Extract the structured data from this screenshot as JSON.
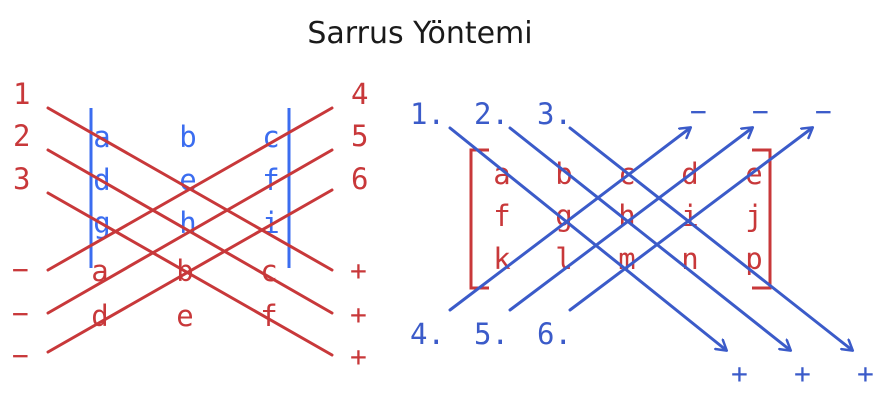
{
  "title": "Sarrus Yöntemi",
  "colors": {
    "red": "#c8383a",
    "blue": "#3b5bc9",
    "light_blue": "#3b6df0",
    "text": "#1a1a1a"
  },
  "left_diagram": {
    "row_labels_left": [
      "1",
      "2",
      "3"
    ],
    "row_labels_right": [
      "4",
      "5",
      "6"
    ],
    "matrix": [
      [
        "a",
        "b",
        "c"
      ],
      [
        "d",
        "e",
        "f"
      ],
      [
        "g",
        "h",
        "i"
      ]
    ],
    "repeated_rows": [
      [
        "a",
        "b",
        "c"
      ],
      [
        "d",
        "e",
        "f"
      ]
    ],
    "minus_signs": [
      "−",
      "−",
      "−"
    ],
    "plus_signs": [
      "+",
      "+",
      "+"
    ]
  },
  "right_diagram": {
    "top_labels": [
      "1.",
      "2.",
      "3."
    ],
    "bottom_labels": [
      "4.",
      "5.",
      "6."
    ],
    "minus_signs": [
      "−",
      "−",
      "−"
    ],
    "plus_signs": [
      "+",
      "+",
      "+"
    ],
    "matrix": [
      [
        "a",
        "b",
        "c",
        "d",
        "e"
      ],
      [
        "f",
        "g",
        "h",
        "i",
        "j"
      ],
      [
        "k",
        "l",
        "m",
        "n",
        "p"
      ]
    ]
  }
}
